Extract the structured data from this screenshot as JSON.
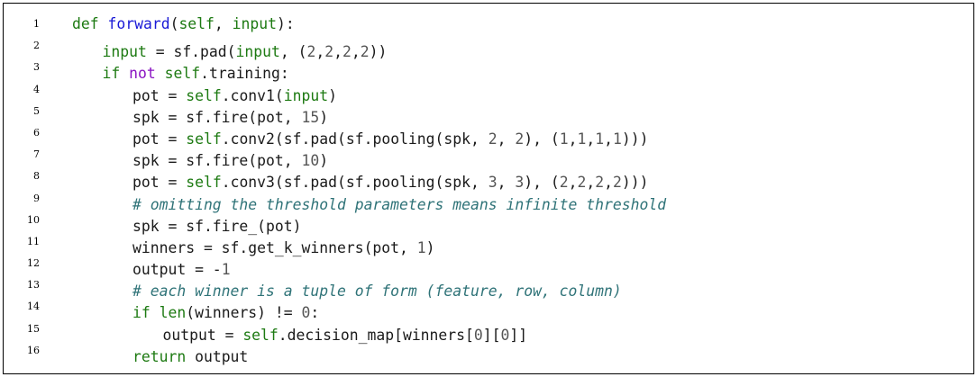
{
  "listing": {
    "lines": [
      {
        "n": "1",
        "indent": "",
        "tokens": [
          {
            "t": "def",
            "c": "kw"
          },
          {
            "t": " "
          },
          {
            "t": "forward",
            "c": "fn"
          },
          {
            "t": "("
          },
          {
            "t": "self",
            "c": "self"
          },
          {
            "t": ", "
          },
          {
            "t": "input",
            "c": "kw"
          },
          {
            "t": "):"
          }
        ]
      },
      {
        "n": "2",
        "indent": "  ",
        "tokens": [
          {
            "t": "input",
            "c": "kw"
          },
          {
            "t": " = sf.pad("
          },
          {
            "t": "input",
            "c": "kw"
          },
          {
            "t": ", ("
          },
          {
            "t": "2",
            "c": "num"
          },
          {
            "t": ","
          },
          {
            "t": "2",
            "c": "num"
          },
          {
            "t": ","
          },
          {
            "t": "2",
            "c": "num"
          },
          {
            "t": ","
          },
          {
            "t": "2",
            "c": "num"
          },
          {
            "t": "))"
          }
        ]
      },
      {
        "n": "3",
        "indent": "  ",
        "tokens": [
          {
            "t": "if",
            "c": "kw"
          },
          {
            "t": " "
          },
          {
            "t": "not",
            "c": "op"
          },
          {
            "t": " "
          },
          {
            "t": "self",
            "c": "self"
          },
          {
            "t": ".training:"
          }
        ]
      },
      {
        "n": "4",
        "indent": "    ",
        "tokens": [
          {
            "t": "pot = "
          },
          {
            "t": "self",
            "c": "self"
          },
          {
            "t": ".conv1("
          },
          {
            "t": "input",
            "c": "kw"
          },
          {
            "t": ")"
          }
        ]
      },
      {
        "n": "5",
        "indent": "    ",
        "tokens": [
          {
            "t": "spk = sf.fire(pot, "
          },
          {
            "t": "15",
            "c": "num"
          },
          {
            "t": ")"
          }
        ]
      },
      {
        "n": "6",
        "indent": "    ",
        "tokens": [
          {
            "t": "pot = "
          },
          {
            "t": "self",
            "c": "self"
          },
          {
            "t": ".conv2(sf.pad(sf.pooling(spk, "
          },
          {
            "t": "2",
            "c": "num"
          },
          {
            "t": ", "
          },
          {
            "t": "2",
            "c": "num"
          },
          {
            "t": "), ("
          },
          {
            "t": "1",
            "c": "num"
          },
          {
            "t": ","
          },
          {
            "t": "1",
            "c": "num"
          },
          {
            "t": ","
          },
          {
            "t": "1",
            "c": "num"
          },
          {
            "t": ","
          },
          {
            "t": "1",
            "c": "num"
          },
          {
            "t": ")))"
          }
        ]
      },
      {
        "n": "7",
        "indent": "    ",
        "tokens": [
          {
            "t": "spk = sf.fire(pot, "
          },
          {
            "t": "10",
            "c": "num"
          },
          {
            "t": ")"
          }
        ]
      },
      {
        "n": "8",
        "indent": "    ",
        "tokens": [
          {
            "t": "pot = "
          },
          {
            "t": "self",
            "c": "self"
          },
          {
            "t": ".conv3(sf.pad(sf.pooling(spk, "
          },
          {
            "t": "3",
            "c": "num"
          },
          {
            "t": ", "
          },
          {
            "t": "3",
            "c": "num"
          },
          {
            "t": "), ("
          },
          {
            "t": "2",
            "c": "num"
          },
          {
            "t": ","
          },
          {
            "t": "2",
            "c": "num"
          },
          {
            "t": ","
          },
          {
            "t": "2",
            "c": "num"
          },
          {
            "t": ","
          },
          {
            "t": "2",
            "c": "num"
          },
          {
            "t": ")))"
          }
        ]
      },
      {
        "n": "9",
        "indent": "    ",
        "tokens": [
          {
            "t": "# omitting the threshold parameters means infinite threshold",
            "c": "cm"
          }
        ]
      },
      {
        "n": "10",
        "indent": "    ",
        "tokens": [
          {
            "t": "spk = sf.fire_(pot)"
          }
        ]
      },
      {
        "n": "11",
        "indent": "    ",
        "tokens": [
          {
            "t": "winners = sf.get_k_winners(pot, "
          },
          {
            "t": "1",
            "c": "num"
          },
          {
            "t": ")"
          }
        ]
      },
      {
        "n": "12",
        "indent": "    ",
        "tokens": [
          {
            "t": "output = -"
          },
          {
            "t": "1",
            "c": "num"
          }
        ]
      },
      {
        "n": "13",
        "indent": "    ",
        "tokens": [
          {
            "t": "# each winner is a tuple of form (feature, row, column)",
            "c": "cm"
          }
        ]
      },
      {
        "n": "14",
        "indent": "    ",
        "tokens": [
          {
            "t": "if",
            "c": "kw"
          },
          {
            "t": " "
          },
          {
            "t": "len",
            "c": "kw"
          },
          {
            "t": "(winners) != "
          },
          {
            "t": "0",
            "c": "num"
          },
          {
            "t": ":"
          }
        ]
      },
      {
        "n": "15",
        "indent": "      ",
        "tokens": [
          {
            "t": "output = "
          },
          {
            "t": "self",
            "c": "self"
          },
          {
            "t": ".decision_map[winners["
          },
          {
            "t": "0",
            "c": "num"
          },
          {
            "t": "]["
          },
          {
            "t": "0",
            "c": "num"
          },
          {
            "t": "]]"
          }
        ]
      },
      {
        "n": "16",
        "indent": "    ",
        "tokens": [
          {
            "t": "return",
            "c": "kw"
          },
          {
            "t": " output"
          }
        ]
      }
    ]
  }
}
